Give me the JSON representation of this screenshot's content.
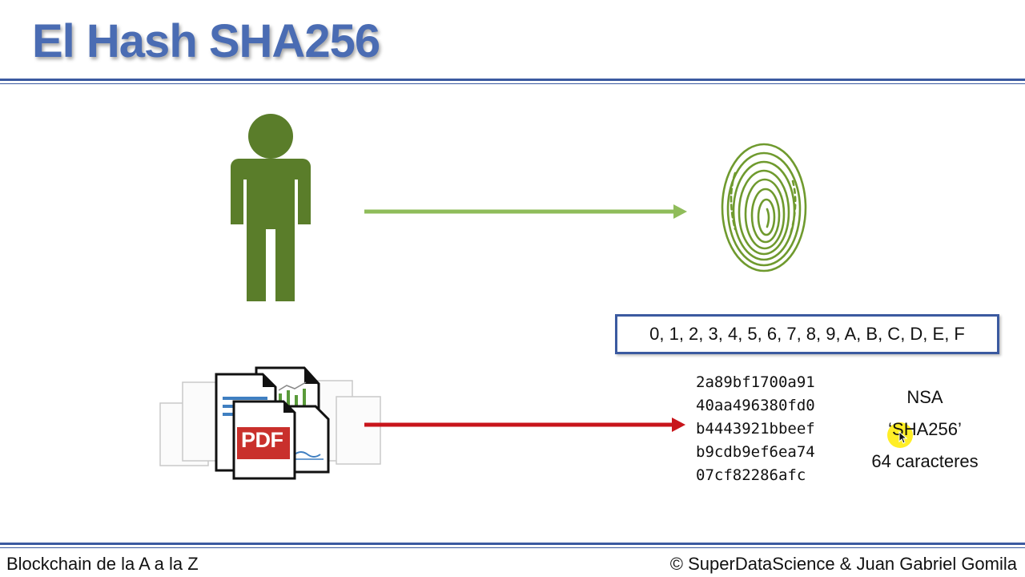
{
  "slide": {
    "title": "El Hash SHA256",
    "hex_chars": "0, 1, 2, 3, 4, 5, 6, 7, 8, 9, A, B, C, D, E, F",
    "hash_lines": [
      "2a89bf1700a91",
      "40aa496380fd0",
      "b4443921bbeef",
      "b9cdb9ef6ea74",
      "07cf82286afc"
    ],
    "nsa": "NSA",
    "algo": "‘SHA256’",
    "length": "64 caracteres",
    "pdf_label": "PDF"
  },
  "footer": {
    "left": "Blockchain de la A a la Z",
    "right": "© SuperDataScience & Juan Gabriel Gomila"
  },
  "colors": {
    "title": "#4a6cb3",
    "rule": "#3b5aa0",
    "person": "#5a7d2a",
    "arrow_green": "#8fbc5a",
    "arrow_red": "#c8151b",
    "fingerprint": "#6f9a2e",
    "pdf_red": "#c9302c"
  },
  "icons": [
    "person-icon",
    "fingerprint-icon",
    "documents-icon",
    "cursor-icon"
  ]
}
